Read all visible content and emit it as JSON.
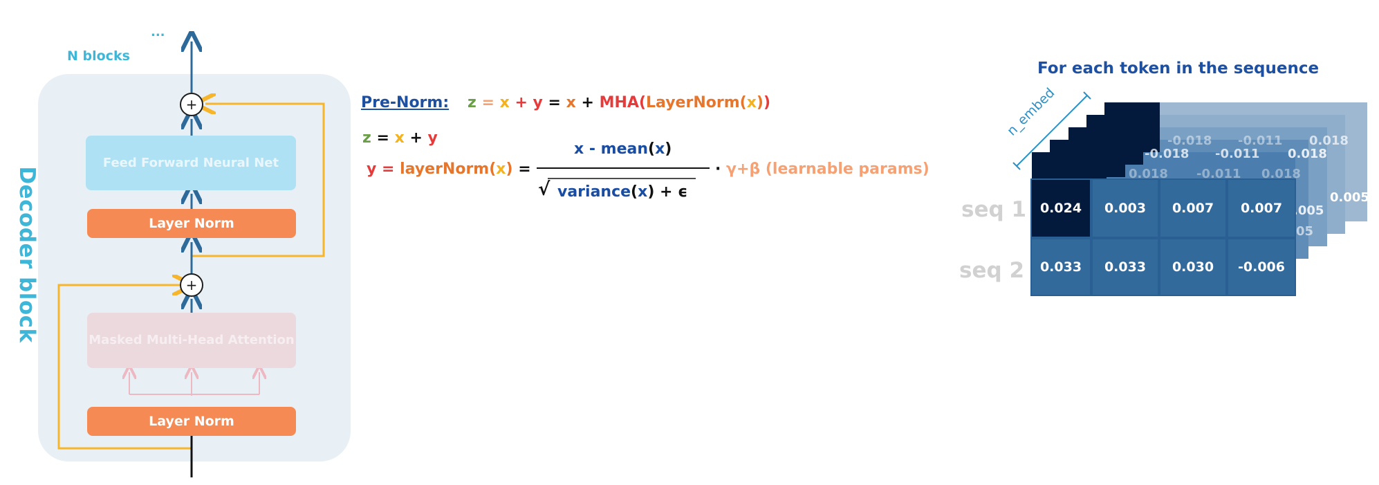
{
  "decoder": {
    "side_label": "Decoder block",
    "n_blocks_label": "N blocks",
    "top_ellipsis": "...",
    "ffn_label": "Feed Forward Neural Net",
    "layer_norm_top_label": "Layer Norm",
    "mha_label": "Masked Multi-Head Attention",
    "layer_norm_bottom_label": "Layer Norm",
    "plus_symbol": "+"
  },
  "formula": {
    "pre_norm_label": "Pre-Norm:",
    "line1": [
      {
        "t": "z",
        "c": "grn"
      },
      {
        "t": " = ",
        "c": "c-pea"
      },
      {
        "t": "x",
        "c": "yel"
      },
      {
        "t": " + ",
        "c": "c-red"
      },
      {
        "t": "y",
        "c": "red"
      },
      {
        "t": " = ",
        "c": "blk"
      },
      {
        "t": "x",
        "c": "org"
      },
      {
        "t": " + ",
        "c": "blk"
      },
      {
        "t": "MHA",
        "c": "red"
      },
      {
        "t": "(",
        "c": "red"
      },
      {
        "t": "LayerNorm",
        "c": "org"
      },
      {
        "t": "(",
        "c": "org"
      },
      {
        "t": "x",
        "c": "yel"
      },
      {
        "t": ")",
        "c": "org"
      },
      {
        "t": ")",
        "c": "red"
      }
    ],
    "line2": [
      {
        "t": "z",
        "c": "grn"
      },
      {
        "t": " = ",
        "c": "blk"
      },
      {
        "t": "x",
        "c": "yel"
      },
      {
        "t": " + ",
        "c": "blk"
      },
      {
        "t": "y",
        "c": "red"
      }
    ],
    "lhs": [
      {
        "t": "y",
        "c": "red"
      },
      {
        "t": " = ",
        "c": "red"
      },
      {
        "t": "layerNorm",
        "c": "org"
      },
      {
        "t": "(",
        "c": "org"
      },
      {
        "t": "x",
        "c": "yel"
      },
      {
        "t": ")",
        "c": "org"
      },
      {
        "t": " =",
        "c": "blk"
      }
    ],
    "numerator": [
      {
        "t": "x",
        "c": "blu"
      },
      {
        "t": " - ",
        "c": "blu"
      },
      {
        "t": "mean",
        "c": "blu"
      },
      {
        "t": "(",
        "c": "blk"
      },
      {
        "t": "x",
        "c": "blu"
      },
      {
        "t": ")",
        "c": "blk"
      }
    ],
    "denominator": [
      {
        "t": "variance",
        "c": "blu"
      },
      {
        "t": "(",
        "c": "blk"
      },
      {
        "t": "x",
        "c": "blu"
      },
      {
        "t": ")",
        "c": "blk"
      },
      {
        "t": " + ",
        "c": "blk"
      },
      {
        "t": "ϵ",
        "c": "blk"
      }
    ],
    "sqrt_symbol": "√",
    "rhs": [
      {
        "t": "·",
        "c": "blk"
      },
      {
        "t": " γ+β (learnable params)",
        "c": "pea"
      }
    ]
  },
  "grid": {
    "title": "For each token in the sequence",
    "axis_label": "n_embed",
    "row_labels": [
      "seq 1",
      "seq 2"
    ],
    "front_rows": [
      [
        "0.024",
        "0.003",
        "0.007",
        "0.007"
      ],
      [
        "0.033",
        "0.033",
        "0.030",
        "-0.006"
      ]
    ],
    "back_values": [
      "-0.018",
      "-0.011",
      "0.018",
      "-0.018",
      "-0.011",
      "0.018",
      "0.018",
      "-0.011",
      "0.018",
      "0.005",
      ".005",
      "05"
    ]
  },
  "colors": {
    "layer_norm": "#f58a55",
    "ffn": "#afe1f4",
    "mha": "#ebd9de",
    "residual_arrow": "#f7b52c",
    "flow_arrow": "#2d6a9a",
    "grid_dark": "#041a3d",
    "grid_mid": "#336a9c"
  }
}
